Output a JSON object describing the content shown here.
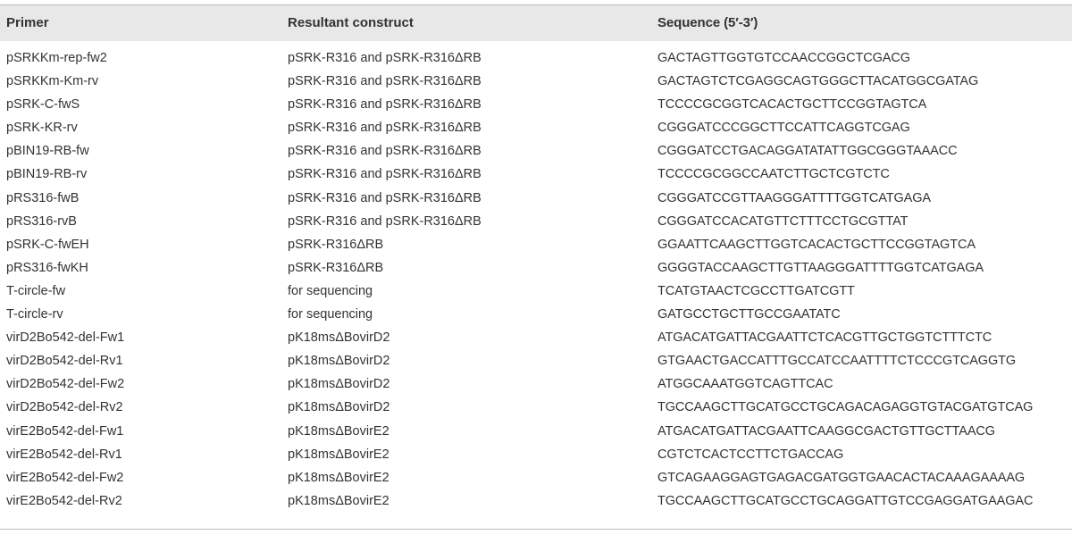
{
  "table": {
    "headers": [
      "Primer",
      "Resultant construct",
      "Sequence (5′-3′)"
    ],
    "rows": [
      [
        "pSRKKm-rep-fw2",
        "pSRK-R316 and pSRK-R316ΔRB",
        "GACTAGTTGGTGTCCAACCGGCTCGACG"
      ],
      [
        "pSRKKm-Km-rv",
        "pSRK-R316 and pSRK-R316ΔRB",
        "GACTAGTCTCGAGGCAGTGGGCTTACATGGCGATAG"
      ],
      [
        "pSRK-C-fwS",
        "pSRK-R316 and pSRK-R316ΔRB",
        "TCCCCGCGGTCACACTGCTTCCGGTAGTCA"
      ],
      [
        "pSRK-KR-rv",
        "pSRK-R316 and pSRK-R316ΔRB",
        "CGGGATCCCGGCTTCCATTCAGGTCGAG"
      ],
      [
        "pBIN19-RB-fw",
        "pSRK-R316 and pSRK-R316ΔRB",
        "CGGGATCCTGACAGGATATATTGGCGGGTAAACC"
      ],
      [
        "pBIN19-RB-rv",
        "pSRK-R316 and pSRK-R316ΔRB",
        "TCCCCGCGGCCAATCTTGCTCGTCTC"
      ],
      [
        "pRS316-fwB",
        "pSRK-R316 and pSRK-R316ΔRB",
        "CGGGATCCGTTAAGGGATTTTGGTCATGAGA"
      ],
      [
        "pRS316-rvB",
        "pSRK-R316 and pSRK-R316ΔRB",
        "CGGGATCCACATGTTCTTTCCTGCGTTAT"
      ],
      [
        "pSRK-C-fwEH",
        "pSRK-R316ΔRB",
        "GGAATTCAAGCTTGGTCACACTGCTTCCGGTAGTCA"
      ],
      [
        "pRS316-fwKH",
        "pSRK-R316ΔRB",
        "GGGGTACCAAGCTTGTTAAGGGATTTTGGTCATGAGA"
      ],
      [
        "T-circle-fw",
        "for sequencing",
        "TCATGTAACTCGCCTTGATCGTT"
      ],
      [
        "T-circle-rv",
        "for sequencing",
        "GATGCCTGCTTGCCGAATATC"
      ],
      [
        "virD2Bo542-del-Fw1",
        "pK18msΔBovirD2",
        "ATGACATGATTACGAATTCTCACGTTGCTGGTCTTTCTC"
      ],
      [
        "virD2Bo542-del-Rv1",
        "pK18msΔBovirD2",
        "GTGAACTGACCATTTGCCATCCAATTTTCTCCCGTCAGGTG"
      ],
      [
        "virD2Bo542-del-Fw2",
        "pK18msΔBovirD2",
        "ATGGCAAATGGTCAGTTCAC"
      ],
      [
        "virD2Bo542-del-Rv2",
        "pK18msΔBovirD2",
        "TGCCAAGCTTGCATGCCTGCAGACAGAGGTGTACGATGTCAG"
      ],
      [
        "virE2Bo542-del-Fw1",
        "pK18msΔBovirE2",
        "ATGACATGATTACGAATTCAAGGCGACTGTTGCTTAACG"
      ],
      [
        "virE2Bo542-del-Rv1",
        "pK18msΔBovirE2",
        "CGTCTCACTCCTTCTGACCAG"
      ],
      [
        "virE2Bo542-del-Fw2",
        "pK18msΔBovirE2",
        "GTCAGAAGGAGTGAGACGATGGTGAACACTACAAAGAAAAG"
      ],
      [
        "virE2Bo542-del-Rv2",
        "pK18msΔBovirE2",
        "TGCCAAGCTTGCATGCCTGCAGGATTGTCCGAGGATGAAGAC"
      ]
    ]
  }
}
